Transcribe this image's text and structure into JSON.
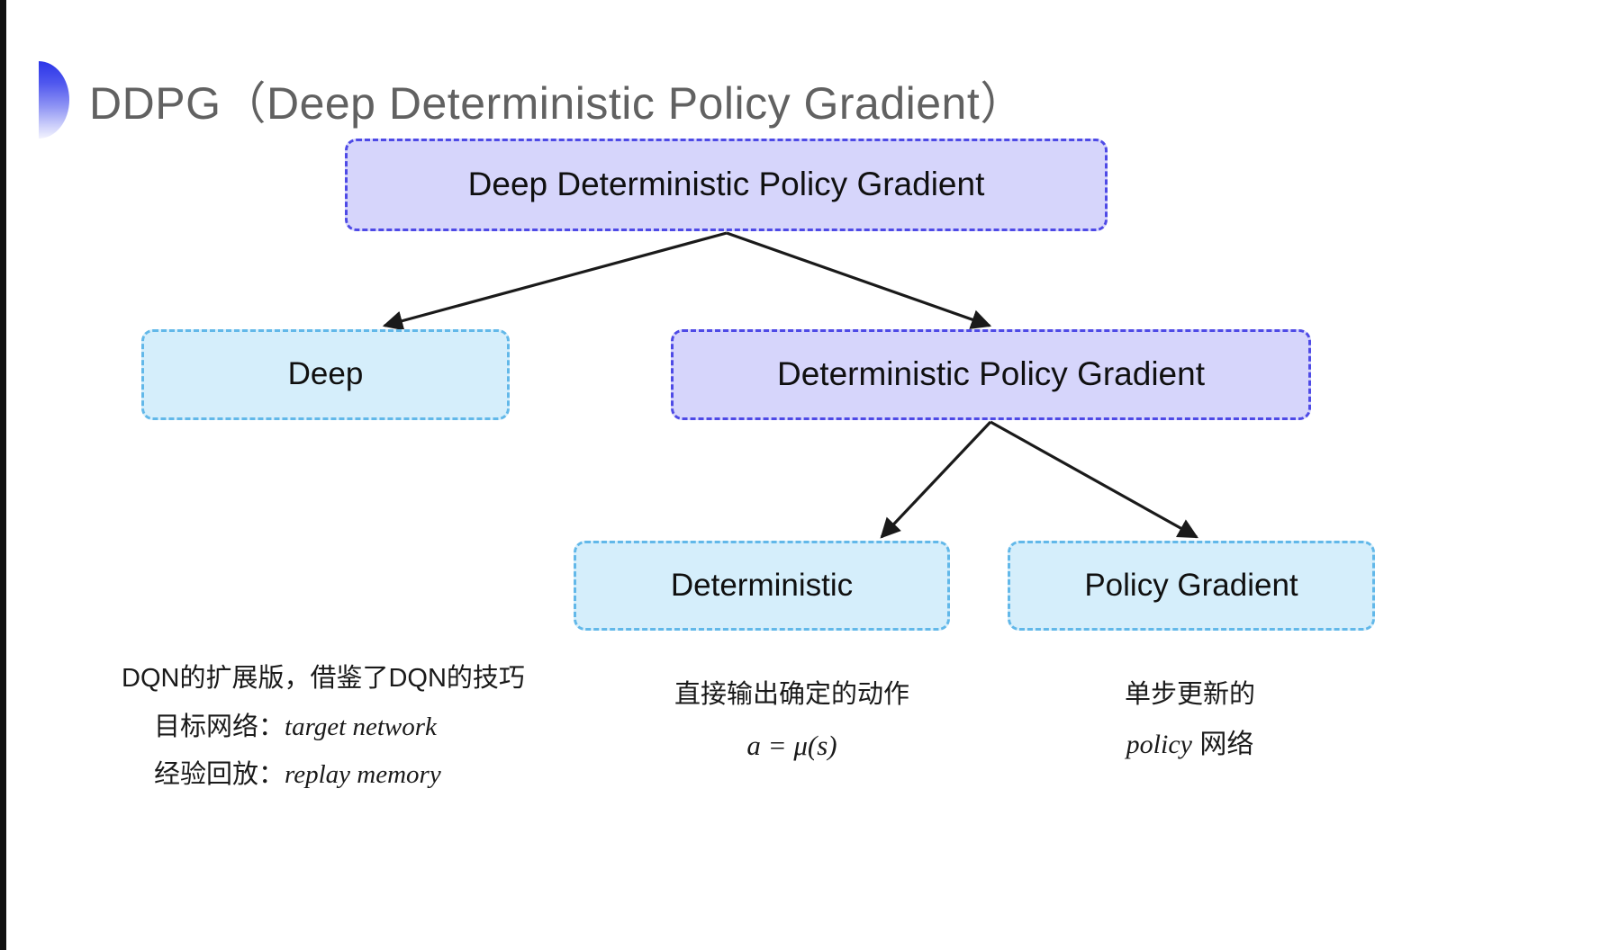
{
  "slide": {
    "title": "DDPG（Deep Deterministic Policy Gradient）",
    "bullet_icon": "half-circle-gradient-icon",
    "title_color": "#616161",
    "background": "#ffffff",
    "left_edge_color": "#111111"
  },
  "palette": {
    "purple_fill": "#d6d5fb",
    "purple_border": "#4e4ae6",
    "cyan_fill": "#d5eefb",
    "cyan_border": "#62b8e9",
    "arrow_color": "#1a1a1a",
    "bullet_gradient_start": "#2b35e8",
    "bullet_gradient_end": "#f3f3fe"
  },
  "diagram": {
    "type": "tree",
    "nodes": [
      {
        "id": "root",
        "label": "Deep Deterministic Policy Gradient",
        "style": "purple"
      },
      {
        "id": "deep",
        "label": "Deep",
        "style": "cyan"
      },
      {
        "id": "dpg",
        "label": "Deterministic Policy Gradient",
        "style": "purple"
      },
      {
        "id": "det",
        "label": "Deterministic",
        "style": "cyan"
      },
      {
        "id": "pg",
        "label": "Policy Gradient",
        "style": "cyan"
      }
    ],
    "edges": [
      {
        "from": "root",
        "to": "deep",
        "arrow": "arrow-head-down-left"
      },
      {
        "from": "root",
        "to": "dpg",
        "arrow": "arrow-head-down-right"
      },
      {
        "from": "dpg",
        "to": "det",
        "arrow": "arrow-head-down-left"
      },
      {
        "from": "dpg",
        "to": "pg",
        "arrow": "arrow-head-down-right"
      }
    ]
  },
  "annotations": {
    "deep": {
      "line1": "DQN的扩展版，借鉴了DQN的技巧",
      "line2_label": "目标网络：",
      "line2_term": "target network",
      "line3_label": "经验回放：",
      "line3_term": "replay memory"
    },
    "deterministic": {
      "line1": "直接输出确定的动作",
      "line2": "a = μ(s)"
    },
    "policy_gradient": {
      "line1": "单步更新的",
      "line2_term": "policy",
      "line2_suffix": " 网络"
    }
  }
}
